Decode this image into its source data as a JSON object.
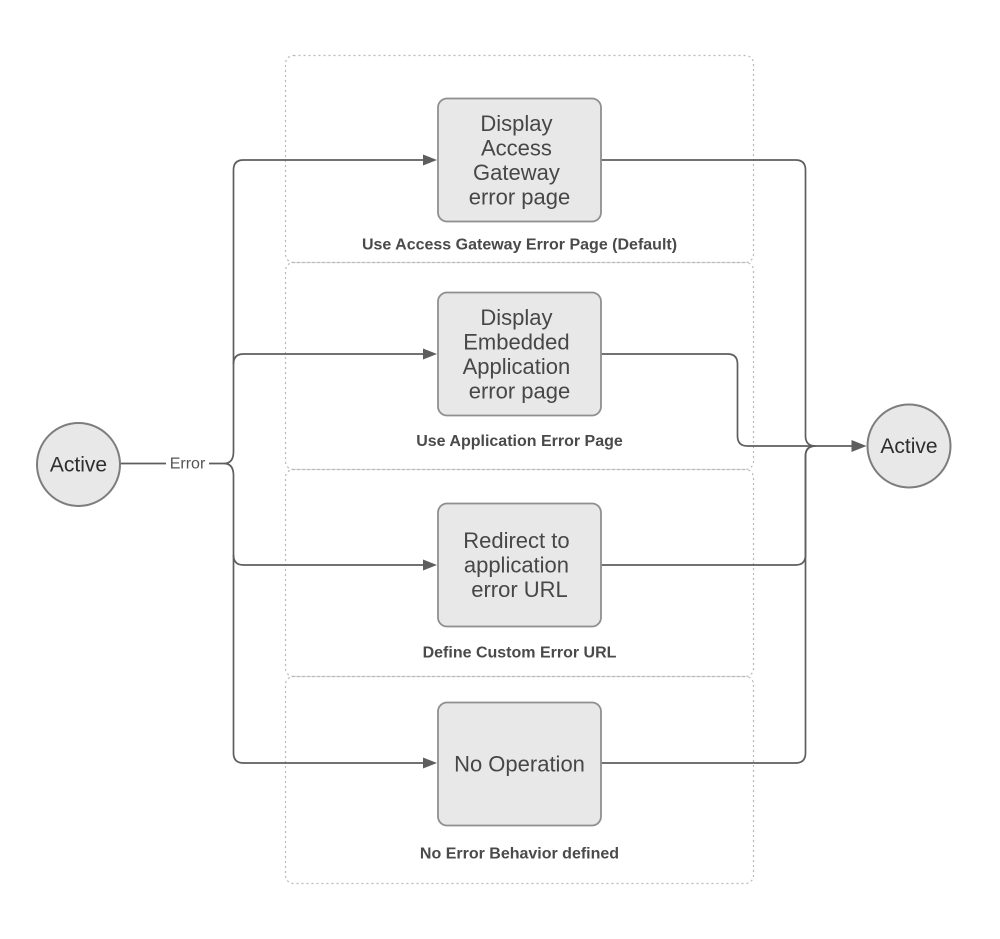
{
  "states": {
    "start": "Active",
    "end": "Active"
  },
  "transition_label": "Error",
  "branches": [
    {
      "node_lines": [
        "Display",
        "Access",
        "Gateway",
        "error page"
      ],
      "caption": "Use Access Gateway Error Page (Default)"
    },
    {
      "node_lines": [
        "Display",
        "Embedded",
        "Application",
        "error page"
      ],
      "caption": "Use Application Error Page"
    },
    {
      "node_lines": [
        "Redirect to",
        "application",
        "error URL"
      ],
      "caption": "Define Custom Error URL"
    },
    {
      "node_lines": [
        "No Operation"
      ],
      "caption": "No Error Behavior defined"
    }
  ],
  "colors": {
    "node_fill": "#e8e8e8",
    "node_border": "#8f8f8f",
    "state_fill": "#e8e8e8",
    "state_border": "#7d7d7d",
    "edge": "#5e5e5e",
    "container_border": "#b9b9b9",
    "node_text": "#474747",
    "caption_text": "#4a4a4a",
    "background": "#ffffff"
  }
}
